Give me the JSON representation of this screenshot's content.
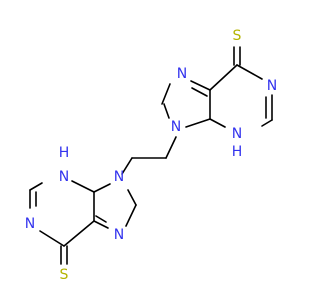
{
  "molecule": {
    "upper_ring": {
      "thione_s": "S",
      "n7": "N",
      "n1": "N",
      "n9": "N",
      "n3": "N",
      "n3_h": "H"
    },
    "lower_ring": {
      "n9": "N",
      "n3": "N",
      "n3_h": "H",
      "n1": "N",
      "n7": "N",
      "thione_s": "S"
    }
  },
  "colors": {
    "carbon_bond": "#000000",
    "nitrogen": "#3333ee",
    "sulfur": "#b4b400",
    "background": "#ffffff"
  }
}
